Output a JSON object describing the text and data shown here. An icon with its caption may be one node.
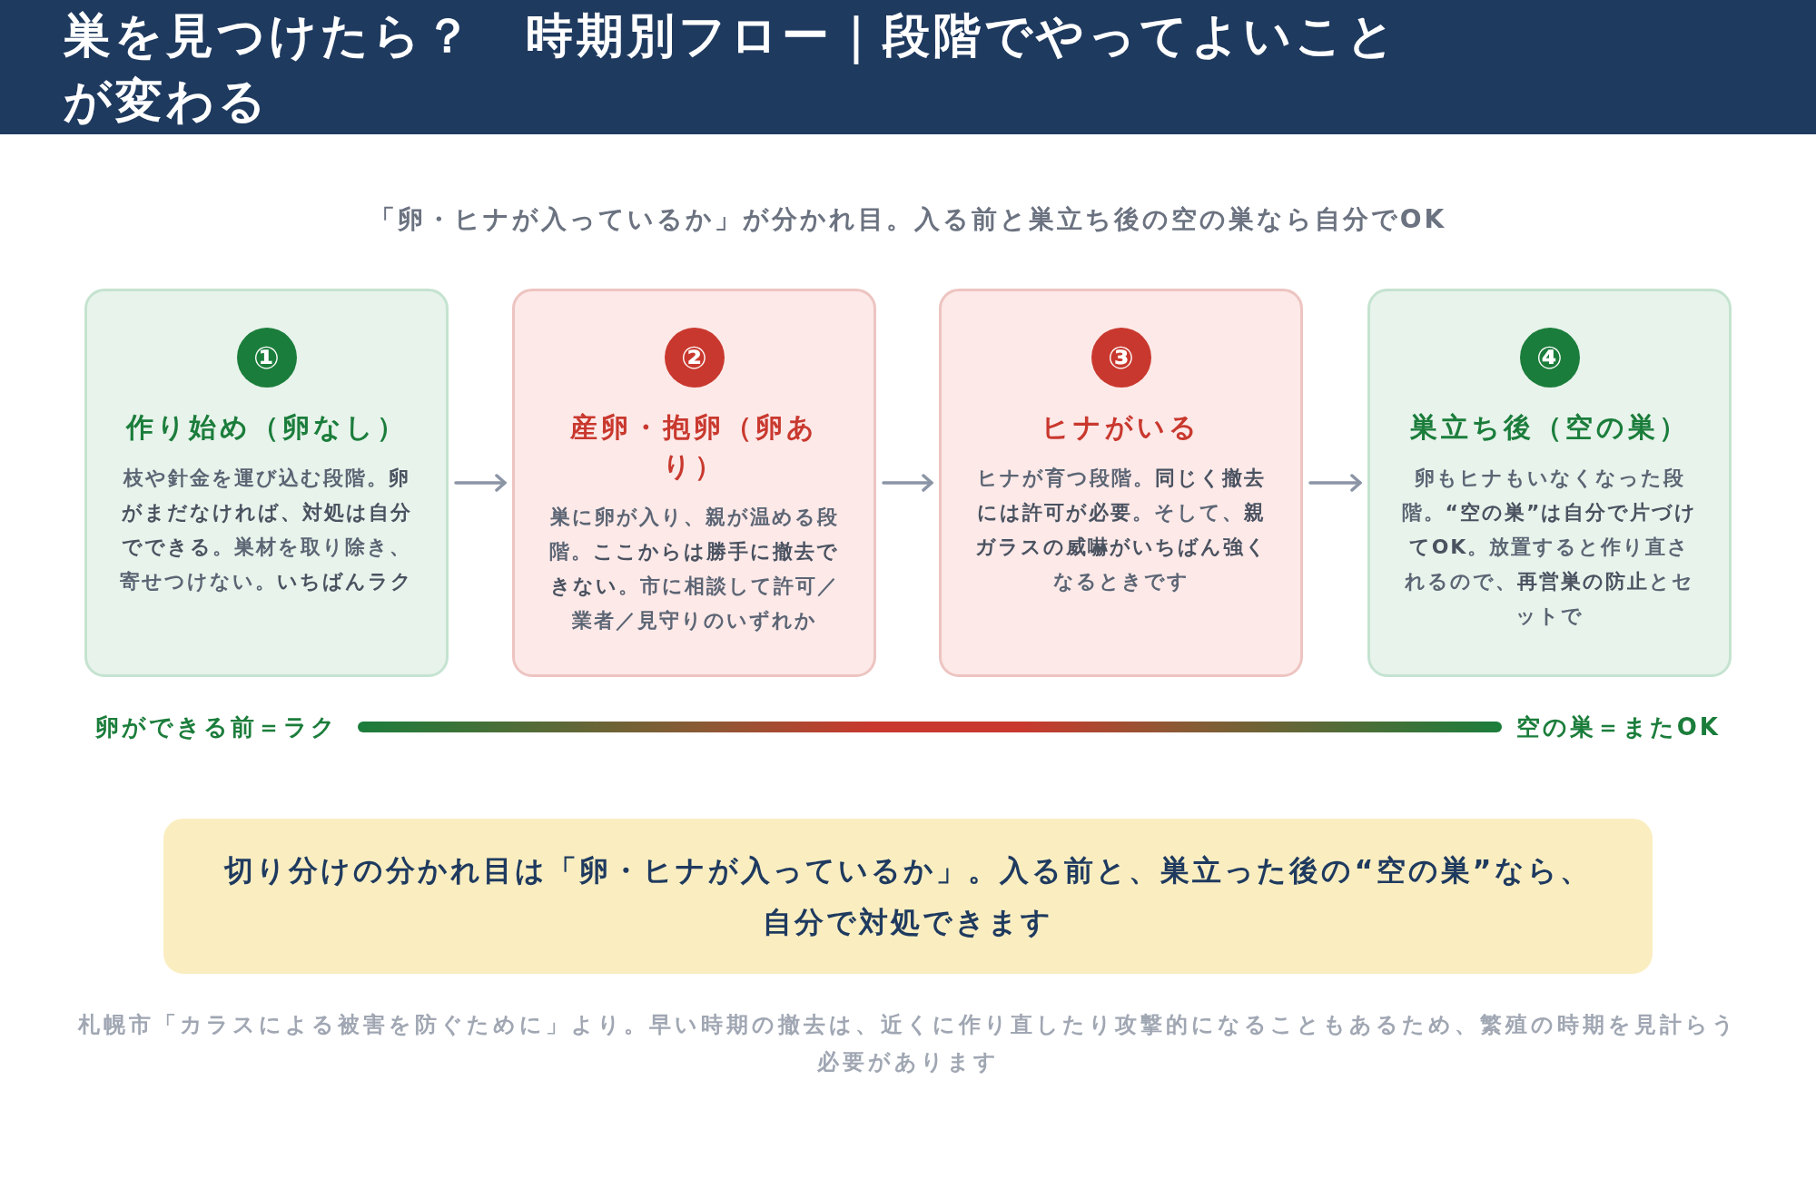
{
  "diagram": {
    "title": "巣を見つけたら？　時期別フロー｜段階でやってよいことが変わる",
    "caption": "札幌市「カラスによる被害を防ぐために」より。早い時期の撤去は、近くに作り直したり攻撃的になることもあるため、繁殖の時期を見計らう必要があります",
    "nodes": [
      {
        "text": [
          "①",
          "作り始め（卵なし）",
          "枝や針金を運び込む段階。**卵がまだなければ、対処は自分でできる**。巣材を取り除き、寄せつけない。**いちばんラク**"
        ]
      },
      {
        "text": [
          "②",
          "産卵・抱卵（卵あり）",
          "巣に卵が入り、親が温める段階。**ここからは勝手に撤去できない**。市に相談して許可／業者／見守りのいずれか"
        ]
      },
      {
        "text": [
          "③",
          "ヒナがいる",
          "ヒナが育つ段階。**同じく撤去には許可が必要**。そして、**親ガラスの威嚇がいちばん強く**なるときです"
        ]
      },
      {
        "text": [
          "④",
          "巣立ち後（空の巣）",
          "卵もヒナもいなくなった段階。**“空の巣”は自分で片づけてOK**。放置すると作り直されるので、**再営巣の防止**とセットで"
        ]
      },
      {
        "text": [
          "切り分けの分かれ目は「卵・ヒナが入っているか」。入る前と、巣立った後の“空の巣”なら、自分で対処できます"
        ]
      }
    ],
    "edges": [
      {
        "from": 0,
        "to": 1,
        "arrow": "to"
      },
      {
        "from": 1,
        "to": 2,
        "arrow": "to"
      },
      {
        "from": 2,
        "to": 3,
        "arrow": "to"
      }
    ],
    "labels": [
      "「卵・ヒナが入っているか」が分かれ目。入る前と巣立ち後の空の巣なら自分でOK",
      "卵ができる前＝ラク",
      "空の巣＝またOK"
    ]
  }
}
